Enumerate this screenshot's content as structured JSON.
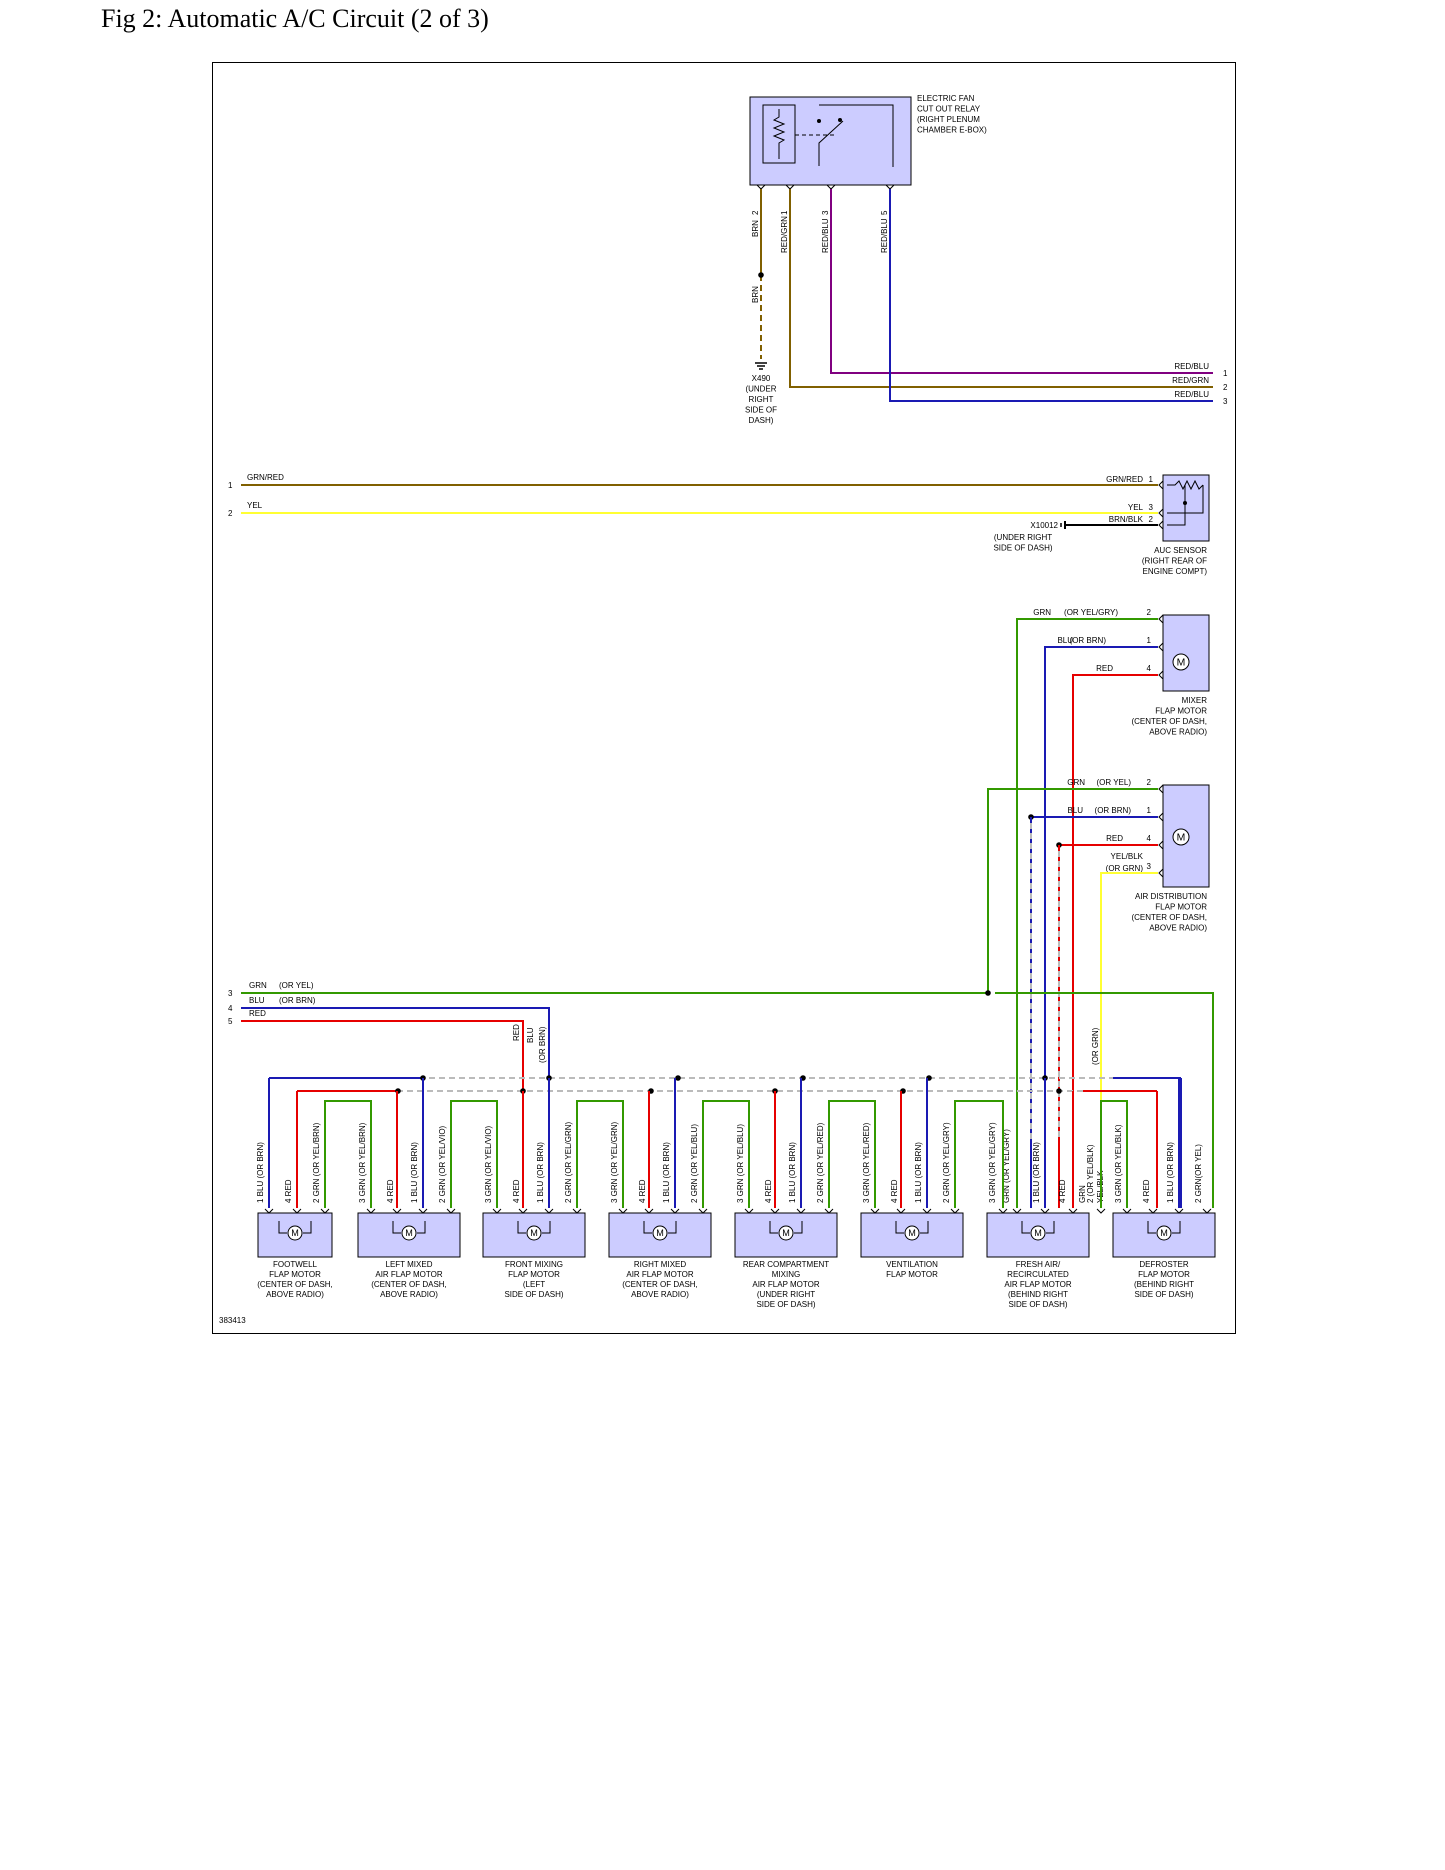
{
  "title": "Fig 2: Automatic A/C Circuit (2 of 3)",
  "figure_id": "383413",
  "colors": {
    "component_fill": "#ccccff",
    "grn": "#339900",
    "blu": "#1a1ab3",
    "red": "#e60000",
    "yel": "#ffff33",
    "brn": "#806000",
    "vio": "#800080",
    "ground_dash": "#bbbbbb"
  },
  "relay": {
    "label": [
      "ELECTRIC FAN",
      "CUT OUT RELAY",
      "(RIGHT PLENUM",
      "CHAMBER E-BOX)"
    ],
    "pins": [
      {
        "wire": "BRN",
        "pin": "2"
      },
      {
        "wire": "RED/GRN",
        "pin": "1"
      },
      {
        "wire": "RED/BLU",
        "pin": "3"
      },
      {
        "wire": "RED/BLU",
        "pin": "5"
      }
    ],
    "ground_wire": "BRN",
    "ground_label": [
      "X490",
      "(UNDER",
      "RIGHT",
      "SIDE OF",
      "DASH)"
    ]
  },
  "right_connector": [
    {
      "wire": "RED/BLU",
      "pin": "1"
    },
    {
      "wire": "RED/GRN",
      "pin": "2"
    },
    {
      "wire": "RED/BLU",
      "pin": "3"
    }
  ],
  "left_connector_a": [
    {
      "pin": "1",
      "wire": "GRN/RED"
    },
    {
      "pin": "2",
      "wire": "YEL"
    }
  ],
  "auc_sensor": {
    "label": [
      "AUC SENSOR",
      "(RIGHT REAR OF",
      "ENGINE COMPT)"
    ],
    "pins": [
      {
        "wire": "GRN/RED",
        "pin": "1"
      },
      {
        "wire": "YEL",
        "pin": "3"
      },
      {
        "wire": "BRN/BLK",
        "pin": "2"
      }
    ],
    "ground_label": [
      "X10012",
      "(UNDER RIGHT",
      "SIDE OF DASH)"
    ]
  },
  "mixer_motor": {
    "label": [
      "MIXER",
      "FLAP MOTOR",
      "(CENTER OF DASH,",
      "ABOVE RADIO)"
    ],
    "pins": [
      {
        "wire": "GRN",
        "alt": "(OR YEL/GRY)",
        "pin": "2"
      },
      {
        "wire": "BLU",
        "alt": "(OR BRN)",
        "pin": "1"
      },
      {
        "wire": "RED",
        "alt": "",
        "pin": "4"
      }
    ]
  },
  "air_dist_motor": {
    "label": [
      "AIR DISTRIBUTION",
      "FLAP MOTOR",
      "(CENTER OF DASH,",
      "ABOVE RADIO)"
    ],
    "pins": [
      {
        "wire": "GRN",
        "alt": "(OR YEL)",
        "pin": "2"
      },
      {
        "wire": "BLU",
        "alt": "(OR BRN)",
        "pin": "1"
      },
      {
        "wire": "RED",
        "alt": "",
        "pin": "4"
      },
      {
        "wire": "YEL/BLK",
        "alt": "(OR GRN)",
        "pin": "3"
      }
    ]
  },
  "left_connector_b": [
    {
      "pin": "3",
      "wire": "GRN",
      "alt": "(OR YEL)"
    },
    {
      "pin": "4",
      "wire": "BLU",
      "alt": "(OR BRN)"
    },
    {
      "pin": "5",
      "wire": "RED",
      "alt": ""
    }
  ],
  "bus_drop_labels": {
    "red": "RED",
    "blu": [
      "BLU",
      "(OR BRN)"
    ],
    "yel": "(OR GRN)"
  },
  "bottom_motors": [
    {
      "label": [
        "FOOTWELL",
        "FLAP MOTOR",
        "(CENTER OF DASH,",
        "ABOVE RADIO)"
      ],
      "pins": [
        {
          "pin": "1",
          "text": "BLU (OR BRN)"
        },
        {
          "pin": "4",
          "text": "RED"
        },
        {
          "pin": "2",
          "text": "GRN (OR YEL/BRN)"
        }
      ]
    },
    {
      "label": [
        "LEFT MIXED",
        "AIR FLAP MOTOR",
        "(CENTER OF DASH,",
        "ABOVE RADIO)"
      ],
      "pins": [
        {
          "pin": "3",
          "text": "GRN (OR YEL/BRN)"
        },
        {
          "pin": "4",
          "text": "RED"
        },
        {
          "pin": "1",
          "text": "BLU (OR BRN)"
        },
        {
          "pin": "2",
          "text": "GRN (OR YEL/VIO)"
        }
      ]
    },
    {
      "label": [
        "FRONT MIXING",
        "FLAP MOTOR",
        "(LEFT",
        "SIDE OF DASH)"
      ],
      "pins": [
        {
          "pin": "3",
          "text": "GRN (OR YEL/VIO)"
        },
        {
          "pin": "4",
          "text": "RED"
        },
        {
          "pin": "1",
          "text": "BLU (OR BRN)"
        },
        {
          "pin": "2",
          "text": "GRN (OR YEL/GRN)"
        }
      ]
    },
    {
      "label": [
        "RIGHT MIXED",
        "AIR FLAP MOTOR",
        "(CENTER OF DASH,",
        "ABOVE RADIO)"
      ],
      "pins": [
        {
          "pin": "3",
          "text": "GRN (OR YEL/GRN)"
        },
        {
          "pin": "4",
          "text": "RED"
        },
        {
          "pin": "1",
          "text": "BLU (OR BRN)"
        },
        {
          "pin": "2",
          "text": "GRN (OR YEL/BLU)"
        }
      ]
    },
    {
      "label": [
        "REAR COMPARTMENT",
        "MIXING",
        "AIR FLAP MOTOR",
        "(UNDER RIGHT",
        "SIDE OF DASH)"
      ],
      "pins": [
        {
          "pin": "3",
          "text": "GRN (OR YEL/BLU)"
        },
        {
          "pin": "4",
          "text": "RED"
        },
        {
          "pin": "1",
          "text": "BLU (OR BRN)"
        },
        {
          "pin": "2",
          "text": "GRN (OR YEL/RED)"
        }
      ]
    },
    {
      "label": [
        "VENTILATION",
        "FLAP MOTOR"
      ],
      "pins": [
        {
          "pin": "3",
          "text": "GRN (OR YEL/RED)"
        },
        {
          "pin": "4",
          "text": "RED"
        },
        {
          "pin": "1",
          "text": "BLU (OR BRN)"
        },
        {
          "pin": "2",
          "text": "GRN (OR YEL/GRY)"
        }
      ]
    },
    {
      "label": [
        "FRESH AIR/",
        "RECIRCULATED",
        "AIR FLAP MOTOR",
        "(BEHIND RIGHT",
        "SIDE OF DASH)"
      ],
      "pins": [
        {
          "pin": "3",
          "text": "GRN (OR YEL/GRY)"
        },
        {
          "pin": "",
          "text": "GRN (OR YEL/GRY)"
        },
        {
          "pin": "1",
          "text": "BLU (OR BRN)"
        },
        {
          "pin": "4",
          "text": "RED"
        },
        {
          "pin": "",
          "text": "GRN"
        },
        {
          "pin": "2",
          "text": "(OR YEL/BLK)"
        },
        {
          "pin": "",
          "text": "YEL/BLK"
        }
      ]
    },
    {
      "label": [
        "DEFROSTER",
        "FLAP MOTOR",
        "(BEHIND RIGHT",
        "SIDE OF DASH)"
      ],
      "pins": [
        {
          "pin": "3",
          "text": "GRN (OR YEL/BLK)"
        },
        {
          "pin": "4",
          "text": "RED"
        },
        {
          "pin": "1",
          "text": "BLU (OR BRN)"
        },
        {
          "pin": "2",
          "text": "GRN(OR YEL)"
        }
      ]
    }
  ],
  "motor_symbol": "M"
}
